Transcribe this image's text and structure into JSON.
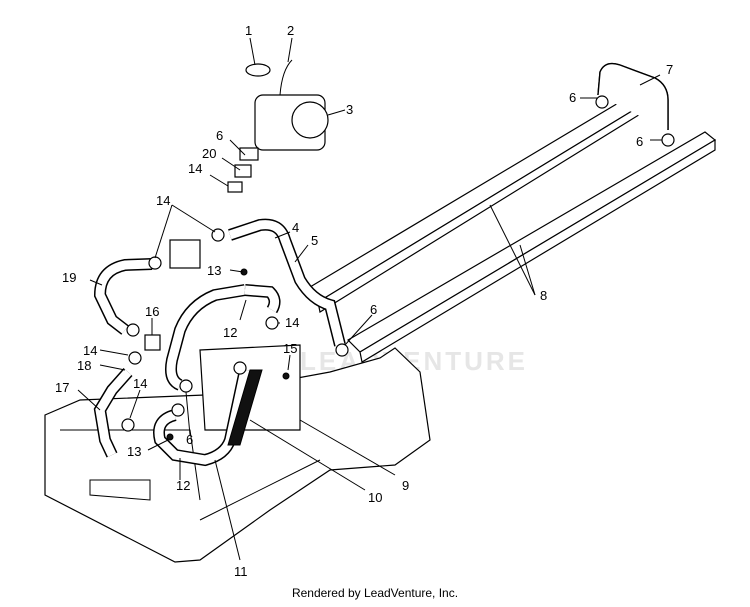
{
  "title": "",
  "callouts": [
    "1",
    "2",
    "3",
    "4",
    "5",
    "6",
    "7",
    "8",
    "9",
    "10",
    "11",
    "12",
    "13",
    "14",
    "15",
    "16",
    "17",
    "18",
    "19",
    "20"
  ],
  "watermark": "LEADVENTURE",
  "footer": "Rendered by LeadVenture, Inc."
}
